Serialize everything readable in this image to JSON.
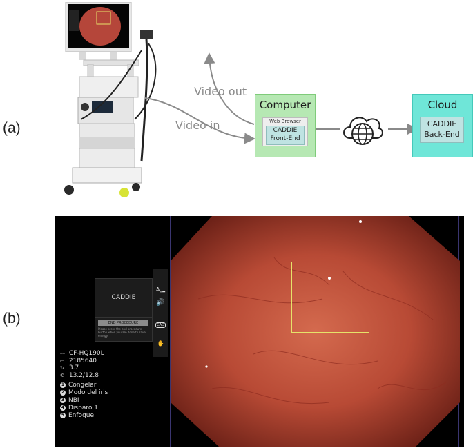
{
  "panel_a": {
    "label": "(a)",
    "video_out": "Video out",
    "video_in": "Video in",
    "computer": {
      "title": "Computer",
      "browser_title": "Web Browser",
      "frontend_line1": "CADDIE",
      "frontend_line2": "Front-End"
    },
    "cloud": {
      "title": "Cloud",
      "backend_line1": "CADDIE",
      "backend_line2": "Back-End"
    },
    "colors": {
      "computer_fill": "#b6e8b3",
      "cloud_fill": "#6fe6d8",
      "caddie_fill": "#bfe3e2",
      "arrow": "#8a8a8a"
    },
    "icons": [
      "endoscopy-stack",
      "globe-cloud-icon"
    ]
  },
  "panel_b": {
    "label": "(b)",
    "caddie_title": "CADDIE",
    "end_procedure_button": "END PROCEDURE",
    "end_procedure_note": "Please press the end procedure button when you are done to save energy.",
    "toolbar_icons": [
      "text-size-icon",
      "speaker-icon",
      "cad-icon",
      "hand-icon"
    ],
    "toolbar_labels": [
      "A",
      "CAD"
    ],
    "device_info": [
      {
        "icon": "scope-icon",
        "value": "CF-HQ190L"
      },
      {
        "icon": "serial-icon",
        "value": "2185640"
      },
      {
        "icon": "rotate-icon",
        "value": "3.7"
      },
      {
        "icon": "ratio-icon",
        "value": "13.2/12.8"
      }
    ],
    "menu": [
      {
        "num": "1",
        "label": "Congelar"
      },
      {
        "num": "2",
        "label": "Modo del iris"
      },
      {
        "num": "3",
        "label": "NBI"
      },
      {
        "num": "4",
        "label": "Disparo 1"
      },
      {
        "num": "5",
        "label": "Enfoque"
      }
    ],
    "colors": {
      "detection_box": "#e6e36a",
      "frame_border": "#3a3570"
    }
  }
}
